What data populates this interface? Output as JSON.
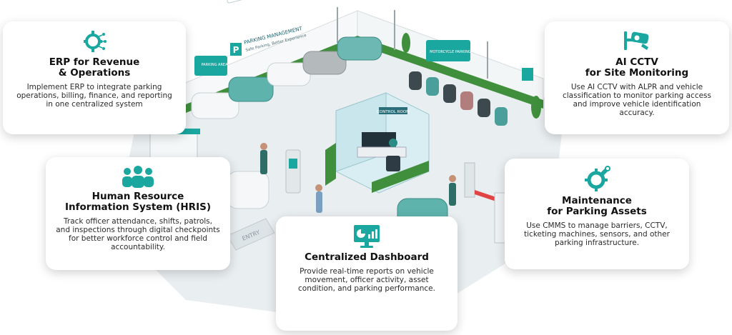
{
  "colors": {
    "accent": "#1aa7a0",
    "text": "#111111",
    "card": "#ffffff"
  },
  "scene": {
    "signs": {
      "parking_management": "PARKING MANAGEMENT",
      "tagline": "Safe Parking, Better Experience",
      "parking_area": "PARKING AREA",
      "motorcycle_parking": "MOTORCYCLE PARKING",
      "control_room": "CONTROL ROOM",
      "entry": "ENTRY",
      "parking_letter": "P"
    }
  },
  "cards": {
    "erp": {
      "icon": "gear-brain-icon",
      "title_line1": "ERP for Revenue",
      "title_line2": "& Operations",
      "description": "Implement ERP to integrate parking operations, billing, finance, and reporting in one centralized system"
    },
    "cctv": {
      "icon": "cctv-camera-icon",
      "title_line1": "AI CCTV",
      "title_line2": "for Site Monitoring",
      "description": "Use AI CCTV with ALPR and vehicle classification to monitor parking access and improve vehicle identification accuracy."
    },
    "hris": {
      "icon": "people-group-icon",
      "title_line1": "Human Resource",
      "title_line2": "Information System (HRIS)",
      "description": "Track officer attendance, shifts, patrols, and inspections through digital checkpoints for better workforce control and field accountability."
    },
    "maintenance": {
      "icon": "wrench-gear-icon",
      "title_line1": "Maintenance",
      "title_line2": "for Parking Assets",
      "description": "Use CMMS to manage barriers, CCTV, ticketing machines, sensors, and other parking infrastructure."
    },
    "dashboard": {
      "icon": "dashboard-monitor-icon",
      "title_line1": "Centralized Dashboard",
      "description": "Provide real-time reports on vehicle movement, officer activity, asset condition, and parking performance."
    }
  }
}
